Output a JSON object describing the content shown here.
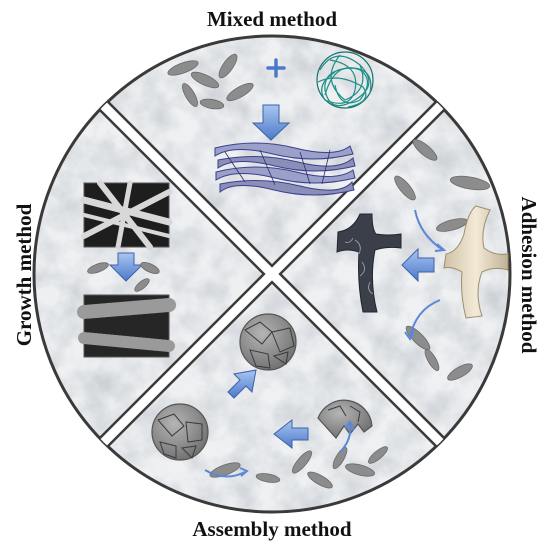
{
  "labels": {
    "top": "Mixed method",
    "right": "Adhesion method",
    "bottom": "Assembly method",
    "left": "Growth method"
  },
  "colors": {
    "marble": "#e9ecef",
    "border": "#3a3a3a",
    "arrow": "#5b88d6",
    "flake": "#8c8c8c",
    "network": "#1f8f86",
    "stack": "#3a3f8f",
    "fiber_light": "#e7dcc3",
    "fiber_dark": "#3b3f4a"
  },
  "icons": {
    "plus": "plus-icon",
    "arrows": "block-arrow-icon",
    "curved_arrows": "curved-arrow-icon"
  }
}
